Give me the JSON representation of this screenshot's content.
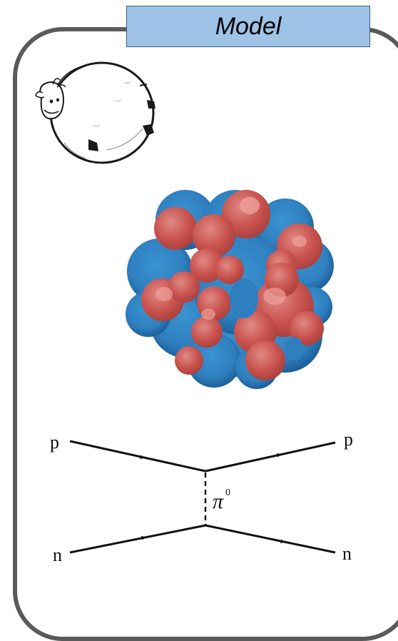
{
  "title": "Model",
  "illustrations": {
    "cow": {
      "icon": "spherical-cow-icon"
    },
    "nucleus": {
      "icon": "atomic-nucleus-icon",
      "colors": {
        "proton": "#c8514d",
        "neutron": "#2f7fbf"
      }
    }
  },
  "feynman_diagram": {
    "top_left_label": "p",
    "top_right_label": "p",
    "bottom_left_label": "n",
    "bottom_right_label": "n",
    "exchange_symbol": "π",
    "exchange_superscript": "0"
  },
  "colors": {
    "title_fill": "#9dc3e6",
    "panel_border": "#5a5a5a"
  }
}
